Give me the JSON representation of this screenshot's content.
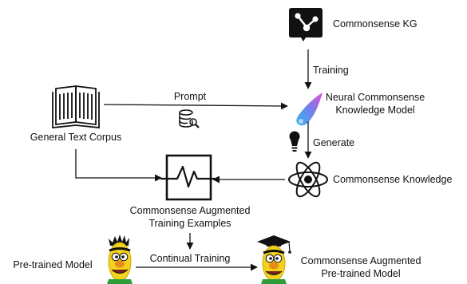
{
  "nodes": {
    "kg": {
      "label": "Commonsense KG",
      "icon": "knowledge-graph-icon"
    },
    "neural_model": {
      "label_line1": "Neural Commonsense",
      "label_line2": "Knowledge Model",
      "icon": "comet-icon"
    },
    "corpus": {
      "label": "General Text Corpus",
      "icon": "book-icon"
    },
    "knowledge": {
      "label": "Commonsense Knowledge",
      "icon": "atom-icon"
    },
    "examples": {
      "label_line1": "Commonsense Augmented",
      "label_line2": "Training Examples",
      "icon": "signal-processor-icon"
    },
    "pretrained": {
      "label": "Pre-trained Model",
      "icon": "bert-puppet-icon"
    },
    "augmented": {
      "label_line1": "Commonsense Augmented",
      "label_line2": "Pre-trained Model",
      "icon": "bert-graduate-icon"
    }
  },
  "edges": {
    "training": "Training",
    "prompt": "Prompt",
    "generate": "Generate",
    "continual": "Continual Training"
  },
  "colors": {
    "line": "#111111",
    "comet_blue": "#4aa7e8",
    "comet_pink": "#d94fd0",
    "bert_yellow": "#f2d21b",
    "bert_orange": "#e88a1a"
  }
}
